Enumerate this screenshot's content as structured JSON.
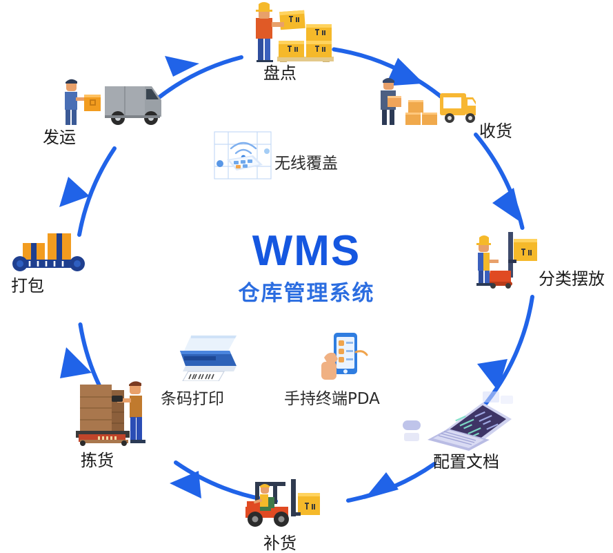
{
  "center": {
    "acronym": "WMS",
    "subtitle": "仓库管理系统",
    "acronym_color": "#1557e0",
    "subtitle_color": "#2b6de0"
  },
  "ring": {
    "color": "#2063e8",
    "stroke_width": 6,
    "direction": "clockwise",
    "arrow_count": 8
  },
  "cycle_nodes": [
    {
      "id": "count",
      "label": "盘点",
      "icon": "worker-stacking-boxes-icon",
      "angle_deg": 270
    },
    {
      "id": "receive",
      "label": "收货",
      "icon": "delivery-truck-receiving-icon",
      "angle_deg": 315
    },
    {
      "id": "sort",
      "label": "分类摆放",
      "icon": "pallet-stacker-icon",
      "angle_deg": 20
    },
    {
      "id": "config",
      "label": "配置文档",
      "icon": "laptop-code-icon",
      "angle_deg": 62
    },
    {
      "id": "replenish",
      "label": "补货",
      "icon": "forklift-icon",
      "angle_deg": 90
    },
    {
      "id": "pick",
      "label": "拣货",
      "icon": "worker-picking-boxes-icon",
      "angle_deg": 125
    },
    {
      "id": "pack",
      "label": "打包",
      "icon": "conveyor-belt-boxes-icon",
      "angle_deg": 178
    },
    {
      "id": "ship",
      "label": "发运",
      "icon": "cargo-van-shipping-icon",
      "angle_deg": 218
    }
  ],
  "inner_nodes": [
    {
      "id": "wireless",
      "label": "无线覆盖",
      "icon": "wireless-tablet-icon"
    },
    {
      "id": "barcode",
      "label": "条码打印",
      "icon": "barcode-printer-icon"
    },
    {
      "id": "pda",
      "label": "手持终端PDA",
      "icon": "handheld-pda-icon"
    }
  ],
  "palette": {
    "blue": "#2063e8",
    "orange": "#f59324",
    "yellow": "#f7b733",
    "yellow_box": "#f4b223",
    "gray": "#9aa0a6",
    "purple": "#7b68c4",
    "dark_navy": "#2e3f66",
    "cardboard": "#a9774d",
    "red": "#d9482b"
  }
}
